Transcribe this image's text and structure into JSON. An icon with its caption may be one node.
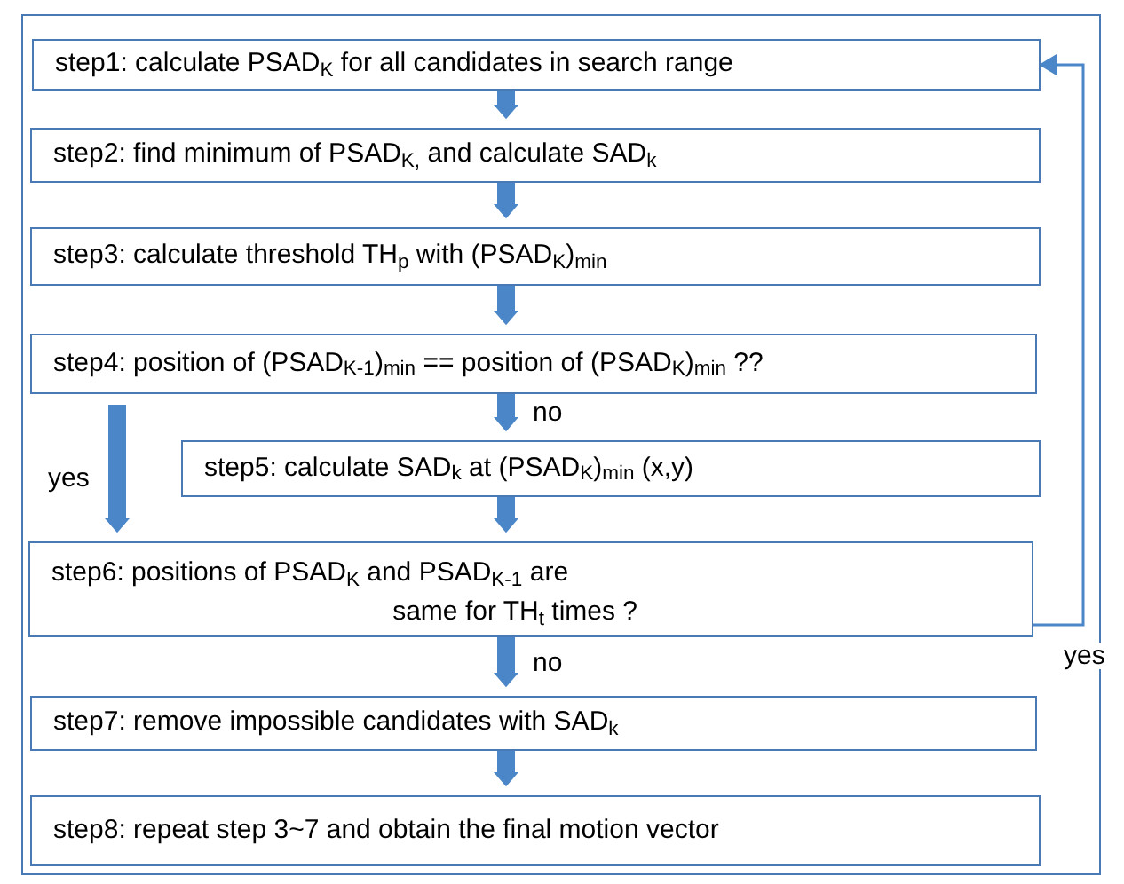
{
  "diagram": {
    "nodes": [
      {
        "text": [
          "step1: calculate PSAD$_{K}$ for all candidates in search range"
        ]
      },
      {
        "text": [
          "step2: find minimum of PSAD$_{K,}$ and calculate SAD$_{k}$"
        ]
      },
      {
        "text": [
          "step3: calculate threshold TH$_{p}$ with (PSAD$_{K}$)$_{min}$"
        ]
      },
      {
        "text": [
          "step4: position of (PSAD$_{K-1}$)$_{min}$ == position of (PSAD$_{K}$)$_{min}$ ??"
        ]
      },
      {
        "text": [
          "step5: calculate SAD$_{k}$ at (PSAD$_{K}$)$_{min}$ (x,y)"
        ]
      },
      {
        "text": [
          "step6: positions of PSAD$_{K}$ and PSAD$_{K-1}$ are same for TH$_{t}$ times ?"
        ]
      },
      {
        "text": [
          "step7: remove impossible candidates with SAD$_{k}$"
        ]
      },
      {
        "text": [
          "step8: repeat step 3~7 and obtain the final motion vector"
        ]
      }
    ],
    "edges": [
      {
        "from": 0,
        "to": 1,
        "arrow": "to"
      },
      {
        "from": 1,
        "to": 2,
        "arrow": "to"
      },
      {
        "from": 2,
        "to": 3,
        "arrow": "to"
      },
      {
        "from": 3,
        "to": 4,
        "arrow": "to",
        "label": "no"
      },
      {
        "from": 3,
        "to": 5,
        "arrow": "to",
        "label": "yes"
      },
      {
        "from": 4,
        "to": 5,
        "arrow": "to"
      },
      {
        "from": 5,
        "to": 6,
        "arrow": "to",
        "label": "no"
      },
      {
        "from": 6,
        "to": 7,
        "arrow": "to"
      },
      {
        "from": 5,
        "to": 0,
        "arrow": "to",
        "label": "yes"
      }
    ]
  }
}
